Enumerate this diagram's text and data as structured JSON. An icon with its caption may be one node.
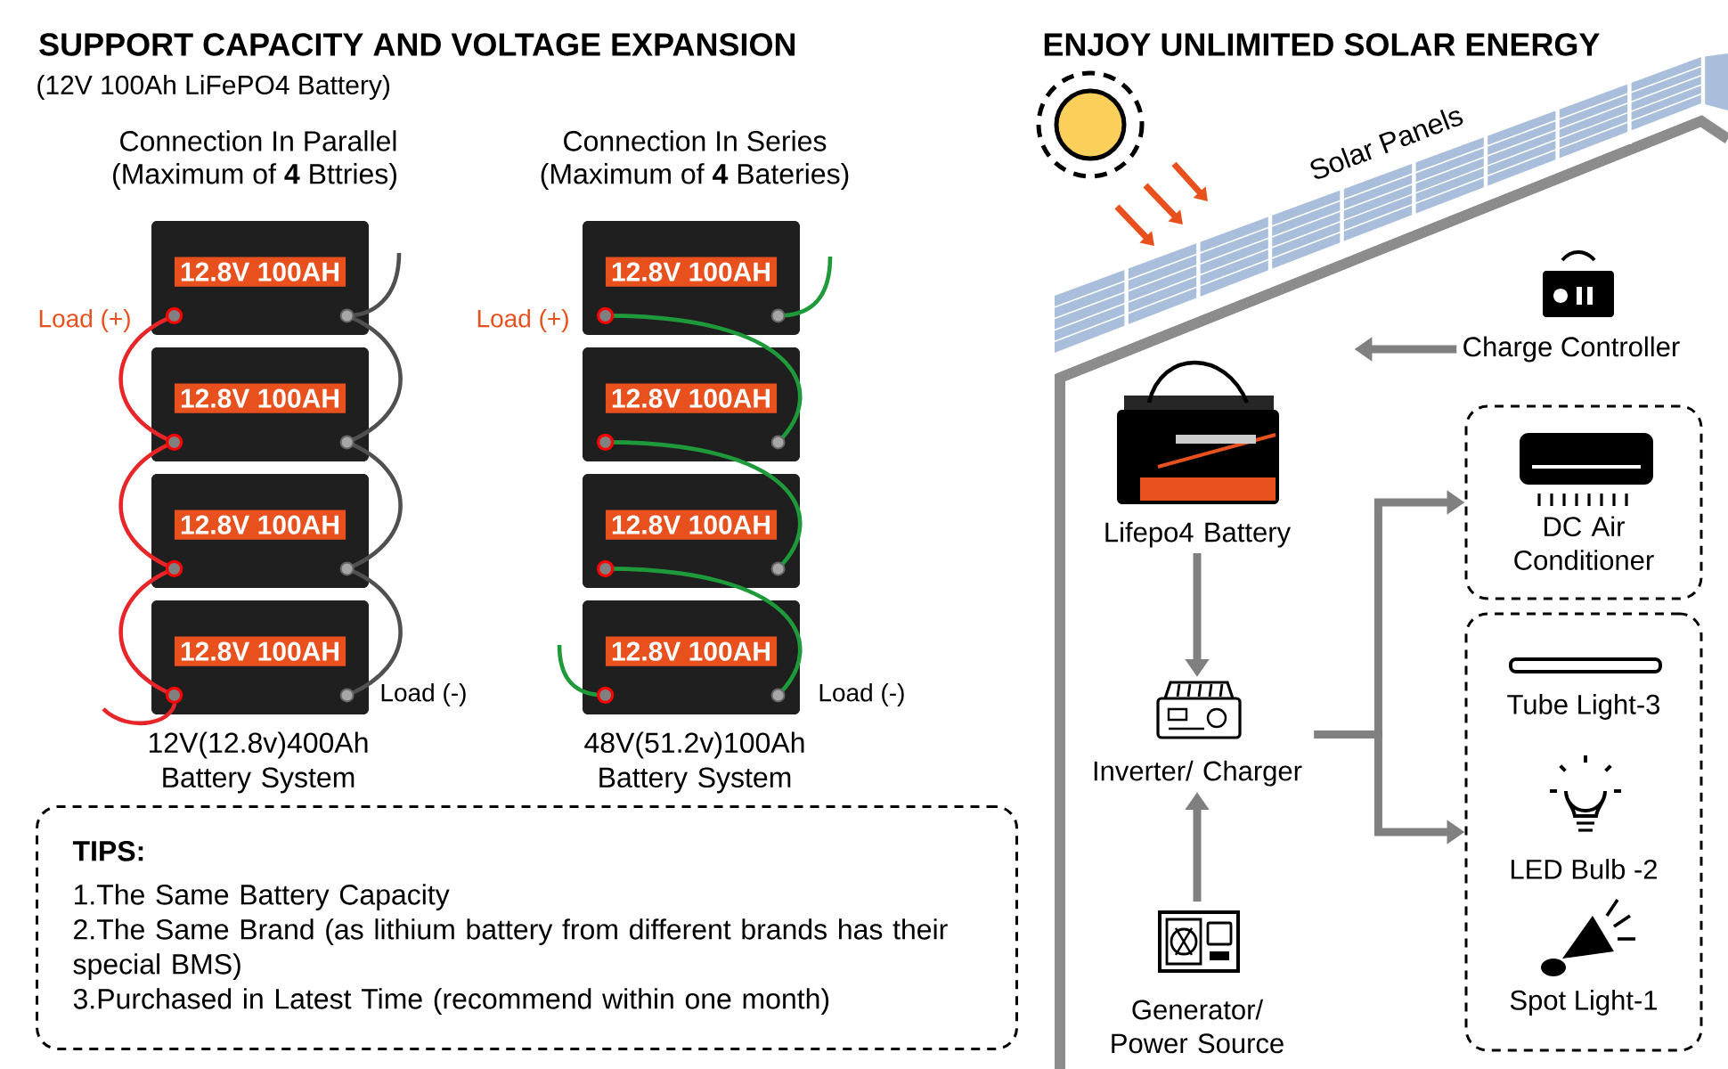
{
  "diagram": {
    "title": "SUPPORT CAPACITY AND VOLTAGE EXPANSION",
    "nodes": [
      {
        "text": [
          "12.8V 100AH"
        ]
      },
      {
        "text": [
          "12.8V 100AH"
        ]
      },
      {
        "text": [
          "12.8V 100AH"
        ]
      },
      {
        "text": [
          "12.8V 100AH"
        ]
      },
      {
        "text": [
          "12.8V 100AH"
        ]
      },
      {
        "text": [
          "12.8V 100AH"
        ]
      },
      {
        "text": [
          "12.8V 100AH"
        ]
      },
      {
        "text": [
          "12.8V 100AH"
        ]
      },
      {
        "text": [
          "TIPS:",
          "1.The Same Battery Capacity",
          "2.The Same Brand (as lithium battery from different brands has their special BMS)",
          "3.Purchased in Latest Time (recommend within one month)"
        ]
      },
      {
        "text": [
          "Charge Controller"
        ]
      },
      {
        "text": [
          "Lifepo4 Battery"
        ]
      },
      {
        "text": [
          "Inverter/ Charger"
        ]
      },
      {
        "text": [
          "Generator/ Power Source"
        ]
      },
      {
        "text": [
          "DC Air Conditioner"
        ]
      },
      {
        "text": [],
        "shape": "box"
      },
      {
        "text": [
          "Tube Light-3"
        ],
        "in": 14
      },
      {
        "text": [
          "LED Bulb -2"
        ],
        "in": 14
      },
      {
        "text": [
          "Spot Light-1"
        ],
        "in": 14
      }
    ],
    "edges": [
      {
        "from": 0,
        "to": 1,
        "arrow": "none",
        "color": "#e8262a"
      },
      {
        "from": 1,
        "to": 2,
        "arrow": "none",
        "color": "#e8262a"
      },
      {
        "from": 2,
        "to": 3,
        "arrow": "none",
        "color": "#e8262a"
      },
      {
        "from": null,
        "to": 3,
        "arrow": "none",
        "color": "#e8262a"
      },
      {
        "from": 0,
        "to": 1,
        "arrow": "none",
        "color": "#505050"
      },
      {
        "from": 1,
        "to": 2,
        "arrow": "none",
        "color": "#505050"
      },
      {
        "from": 2,
        "to": 3,
        "arrow": "none",
        "color": "#505050"
      },
      {
        "from": null,
        "to": 0,
        "arrow": "none",
        "color": "#505050"
      },
      {
        "from": 4,
        "to": 5,
        "arrow": "none",
        "color": "#1f9a3a"
      },
      {
        "from": 5,
        "to": 6,
        "arrow": "none",
        "color": "#1f9a3a"
      },
      {
        "from": 6,
        "to": 7,
        "arrow": "none",
        "color": "#1f9a3a"
      },
      {
        "from": null,
        "to": 4,
        "arrow": "none",
        "color": "#1f9a3a"
      },
      {
        "from": null,
        "to": 7,
        "arrow": "none",
        "color": "#1f9a3a"
      },
      {
        "from": 9,
        "to": 10,
        "arrow": "to",
        "style": "thick",
        "color": "#808080"
      },
      {
        "from": 10,
        "to": 11,
        "arrow": "to",
        "style": "thick",
        "color": "#808080"
      },
      {
        "from": 12,
        "to": 11,
        "arrow": "to",
        "style": "thick",
        "color": "#808080"
      },
      {
        "from": 11,
        "to": 13,
        "arrow": "to",
        "style": "thick",
        "color": "#808080"
      },
      {
        "from": 11,
        "to": 14,
        "arrow": "to",
        "style": "thick",
        "color": "#808080"
      }
    ],
    "labels": [
      "(12V 100Ah LiFePO4 Battery)",
      "Connection In Parallel",
      "(Maximum of **4** Bttries)",
      "Connection In Series",
      "(Maximum of **4** Bateries)",
      "Load (+)",
      "Load (-)",
      "Load (+)",
      "Load (-)",
      "12V(12.8v)400Ah Battery System",
      "48V(51.2v)100Ah Battery System",
      "ENJOY UNLIMITED SOLAR ENERGY",
      "Solar Panels"
    ]
  }
}
